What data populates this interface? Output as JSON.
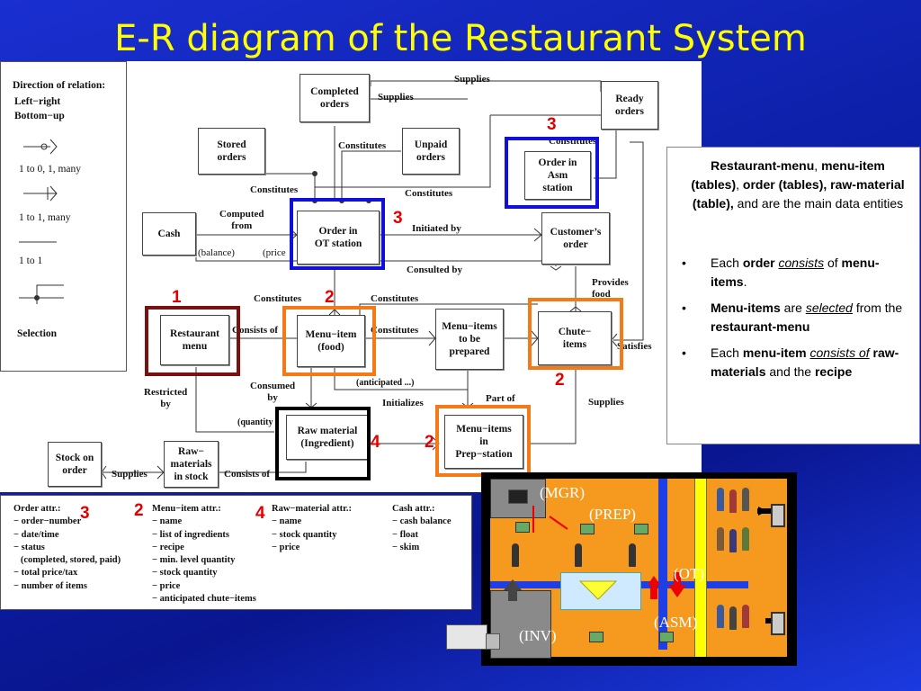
{
  "title": "E-R diagram of the Restaurant System",
  "legend": {
    "heading": "Direction of relation:",
    "lr": "Left−right",
    "bu": "Bottom−up",
    "items": [
      "1  to  0, 1, many",
      "1  to  1, many",
      "1  to  1",
      "Selection"
    ]
  },
  "entities": {
    "completed_orders": "Completed\norders",
    "ready_orders": "Ready\norders",
    "stored_orders": "Stored\norders",
    "unpaid_orders": "Unpaid\norders",
    "order_asm": "Order in\nAsm\nstation",
    "cash": "Cash",
    "order_ot": "Order in\nOT station",
    "customers_order": "Customer’s\norder",
    "restaurant_menu": "Restaurant\nmenu",
    "menu_item": "Menu−item\n(food)",
    "menu_items_prepared": "Menu−items\nto be\nprepared",
    "chute_items": "Chute−\nitems",
    "raw_material": "Raw material\n(Ingredient)",
    "menu_items_prep": "Menu−items\nin\nPrep−station",
    "stock_on_order": "Stock on\norder",
    "raw_in_stock": "Raw−\nmaterials\nin stock"
  },
  "relations": {
    "supplies_top": "Supplies",
    "supplies_2": "Supplies",
    "constitutes_1": "Constitutes",
    "constitutes_2": "Constitutes",
    "constitutes_3": "Constitutes",
    "constitutes_4": "Constitutes",
    "constitutes_5": "Constitutes",
    "constitutes_6": "Constitutes",
    "constitutes_7": "Constitutes",
    "computed_from": "Computed\nfrom",
    "balance": "(balance)",
    "price": "(price",
    "initiated_by": "Initiated by",
    "consulted_by": "Consulted by",
    "provides_food": "Provides\nfood",
    "consists_of_1": "Consists of",
    "consists_of_2": "Consists of",
    "anticipated": "(anticipated ...)",
    "satisfies": "Satisfies",
    "restricted_by": "Restricted\nby",
    "consumed_by": "Consumed\nby",
    "initializes": "Initializes",
    "part_of": "Part of",
    "supplies_3": "Supplies",
    "quantity": "(quantity",
    "supplies_4": "Supplies"
  },
  "markers": [
    "3",
    "3",
    "1",
    "2",
    "2",
    "4",
    "2",
    "3",
    "2",
    "4"
  ],
  "attrs": {
    "order": [
      "Order attr.:",
      "− order−number",
      "− date/time",
      "− status",
      "   (completed, stored, paid)",
      "− total price/tax",
      "− number of items"
    ],
    "menu_item": [
      "Menu−item attr.:",
      "− name",
      "− list of ingredients",
      "− recipe",
      "− min. level quantity",
      "− stock quantity",
      "− price",
      "− anticipated chute−items"
    ],
    "raw": [
      "Raw−material attr.:",
      "− name",
      "− stock quantity",
      "− price"
    ],
    "cash": [
      "Cash attr.:",
      "− cash balance",
      "− float",
      "− skim"
    ]
  },
  "info": {
    "intro_1": "Restaurant-menu",
    "intro_2": ", ",
    "intro_3": "menu-item (tables)",
    "intro_4": ", ",
    "intro_5": "order (tables), raw-material (table),",
    "intro_6": " and are the main data entities",
    "b1_a": "Each ",
    "b1_b": "order",
    "b1_c": "consists",
    "b1_d": " of ",
    "b1_e": "menu-items",
    "b1_f": ".",
    "b2_a": "Menu-items",
    "b2_b": " are ",
    "b2_c": "selected",
    "b2_d": " from the ",
    "b2_e": "restaurant-menu",
    "b3_a": "Each ",
    "b3_b": "menu-item",
    "b3_c": "consists of",
    "b3_d": "raw-materials",
    "b3_e": " and the ",
    "b3_f": "recipe"
  },
  "floor": {
    "mgr": "(MGR)",
    "prep": "(PREP)",
    "ot": "(OT)",
    "asm": "(ASM)",
    "inv": "(INV)"
  },
  "colors": {
    "blue_highlight": "#1010d8",
    "orange_highlight": "#f47a18",
    "maroon_highlight": "#7a1010",
    "black_highlight": "#000000",
    "marker": "#e00000",
    "title": "#ffff00"
  }
}
